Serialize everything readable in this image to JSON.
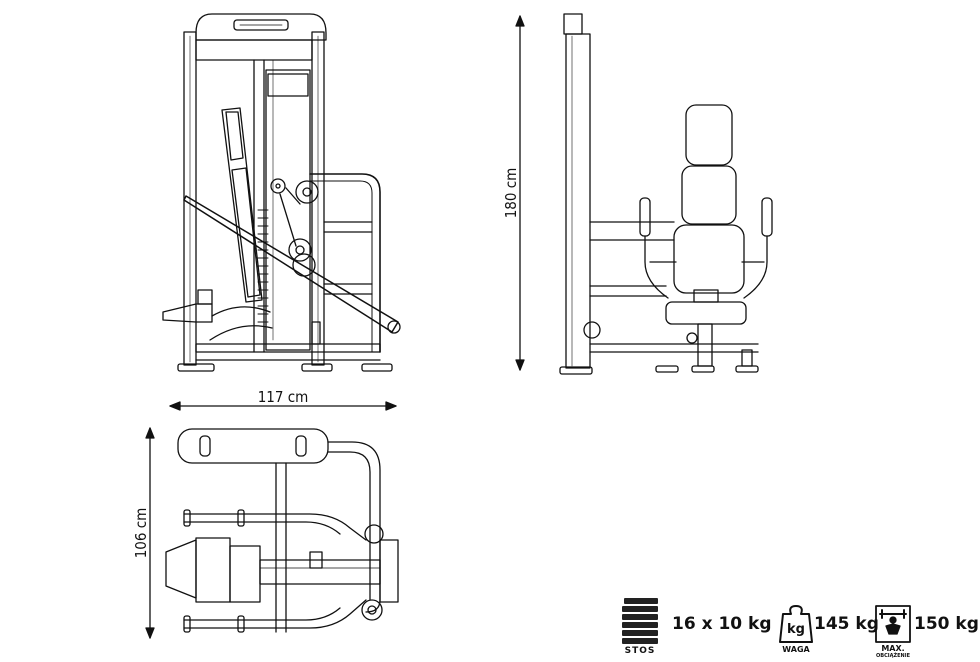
{
  "dimensions": {
    "width": "117 cm",
    "height": "180 cm",
    "depth": "106 cm"
  },
  "specs": {
    "stack": {
      "value": "16 x 10 kg",
      "label": "STOS",
      "icon": "weight-stack-icon"
    },
    "weight": {
      "value": "145 kg",
      "label": "WAGA",
      "icon_text": "kg",
      "icon": "kg-weight-icon"
    },
    "max_load": {
      "value": "150 kg",
      "label": "MAX.",
      "sublabel": "OBCIĄŻENIE",
      "icon": "max-load-icon"
    }
  }
}
